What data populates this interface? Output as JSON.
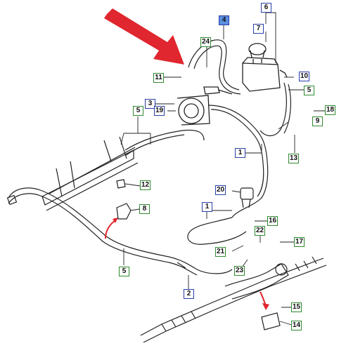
{
  "diagram": {
    "colors": {
      "outline_blue": "#2a3fa8",
      "outline_green": "#2f8a2f",
      "highlight_fill": "#5b8ee0",
      "arrow_red": "#e0262e",
      "small_arrow_red": "#e0262e",
      "line": "#222222"
    },
    "callouts": [
      {
        "id": "c1a",
        "label": "1",
        "kind": "blue"
      },
      {
        "id": "c1b",
        "label": "1",
        "kind": "blue"
      },
      {
        "id": "c2",
        "label": "2",
        "kind": "blue"
      },
      {
        "id": "c3",
        "label": "3",
        "kind": "blue"
      },
      {
        "id": "c4",
        "label": "4",
        "kind": "blue-filled"
      },
      {
        "id": "c5a",
        "label": "5",
        "kind": "green"
      },
      {
        "id": "c5b",
        "label": "5",
        "kind": "green"
      },
      {
        "id": "c5c",
        "label": "5",
        "kind": "green"
      },
      {
        "id": "c6",
        "label": "6",
        "kind": "blue"
      },
      {
        "id": "c7",
        "label": "7",
        "kind": "blue"
      },
      {
        "id": "c8",
        "label": "8",
        "kind": "green"
      },
      {
        "id": "c9",
        "label": "9",
        "kind": "green"
      },
      {
        "id": "c10",
        "label": "10",
        "kind": "blue"
      },
      {
        "id": "c11",
        "label": "11",
        "kind": "green"
      },
      {
        "id": "c12",
        "label": "12",
        "kind": "green"
      },
      {
        "id": "c13",
        "label": "13",
        "kind": "green"
      },
      {
        "id": "c14",
        "label": "14",
        "kind": "green"
      },
      {
        "id": "c15",
        "label": "15",
        "kind": "green"
      },
      {
        "id": "c16",
        "label": "16",
        "kind": "green"
      },
      {
        "id": "c17",
        "label": "17",
        "kind": "green"
      },
      {
        "id": "c18",
        "label": "18",
        "kind": "green"
      },
      {
        "id": "c19",
        "label": "19",
        "kind": "blue"
      },
      {
        "id": "c20",
        "label": "20",
        "kind": "blue"
      },
      {
        "id": "c21",
        "label": "21",
        "kind": "green"
      },
      {
        "id": "c22",
        "label": "22",
        "kind": "green"
      },
      {
        "id": "c23",
        "label": "23",
        "kind": "green"
      },
      {
        "id": "c24",
        "label": "24",
        "kind": "green"
      }
    ]
  }
}
